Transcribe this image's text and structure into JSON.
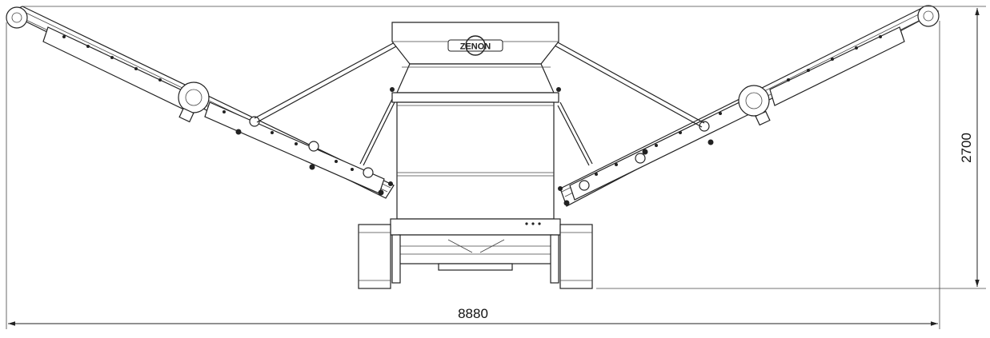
{
  "dimensions": {
    "width": "8880",
    "height": "2700"
  },
  "logo_text": "ZENON"
}
